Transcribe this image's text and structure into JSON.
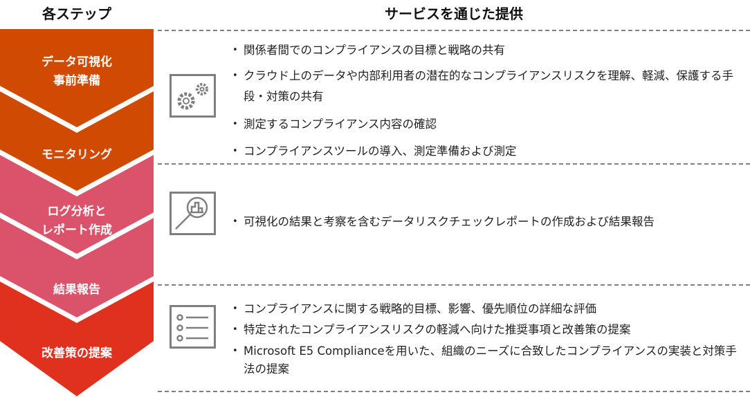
{
  "headers": {
    "steps": "各ステップ",
    "services": "サービスを通じた提供"
  },
  "colors": {
    "phase1": "#D04A02",
    "phase2": "#DB536A",
    "phase3": "#E0301E",
    "icon": "#7F7F7F"
  },
  "steps": [
    {
      "line1": "データ可視化",
      "line2": "事前準備"
    },
    {
      "line1": "モニタリング"
    },
    {
      "line1": "ログ分析と",
      "line2": "レポート作成"
    },
    {
      "line1": "結果報告"
    },
    {
      "line1": "改善策の提案"
    }
  ],
  "sections": [
    {
      "icon": "gears-icon",
      "items": [
        "関係者間でのコンプライアンスの目標と戦略の共有",
        "クラウド上のデータや内部利用者の潜在的なコンプライアンスリスクを理解、軽減、保護する手段・対策の共有",
        "測定するコンプライアンス内容の確認",
        "コンプライアンスツールの導入、測定準備および測定"
      ]
    },
    {
      "icon": "magnifier-chart-icon",
      "items": [
        "可視化の結果と考察を含むデータリスクチェックレポートの作成および結果報告"
      ]
    },
    {
      "icon": "checklist-icon",
      "items": [
        "コンプライアンスに関する戦略的目標、影響、優先順位の詳細な評価",
        "特定されたコンプライアンスリスクの軽減へ向けた推奨事項と改善策の提案",
        "Microsoft E5 Complianceを用いた、組織のニーズに合致したコンプライアンスの実装と対策手法の提案"
      ]
    }
  ]
}
